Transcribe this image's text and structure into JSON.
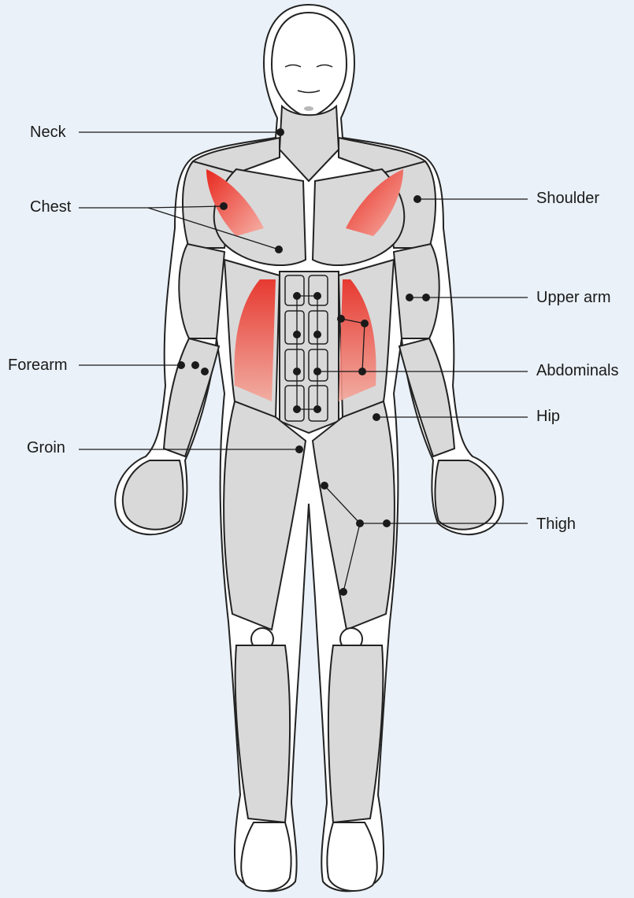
{
  "colors": {
    "background": "#eaf1f8",
    "body_outline": "#222222",
    "body_halo": "#ffffff",
    "muscle_fill": "#d9d9d9",
    "highlight_red": "#e8281e",
    "highlight_pink": "#f29a8e",
    "line": "#1a1a1a"
  },
  "labels": {
    "neck": "Neck",
    "chest": "Chest",
    "forearm": "Forearm",
    "groin": "Groin",
    "shoulder": "Shoulder",
    "upper_arm": "Upper arm",
    "abdominals": "Abdominals",
    "hip": "Hip",
    "thigh": "Thigh"
  }
}
